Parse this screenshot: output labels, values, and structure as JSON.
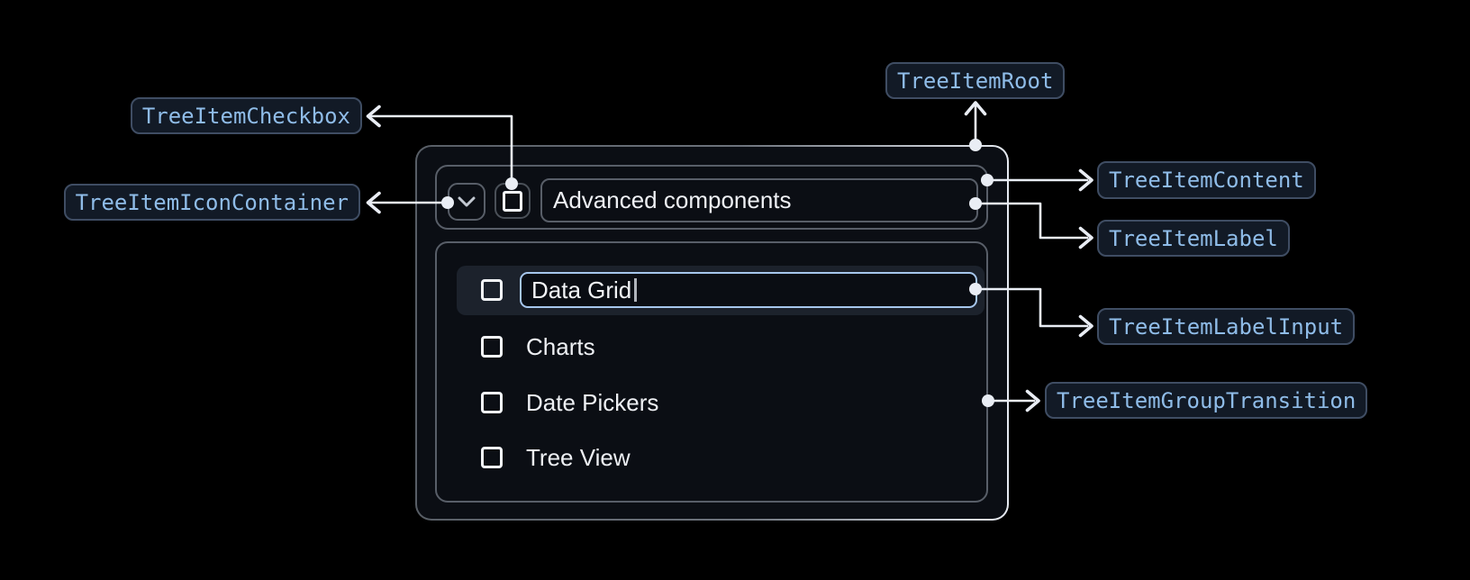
{
  "tree": {
    "parent": {
      "label": "Advanced components",
      "expanded": true,
      "checked": false
    },
    "children": [
      {
        "label": "Data Grid",
        "checked": false,
        "editing": true
      },
      {
        "label": "Charts",
        "checked": false
      },
      {
        "label": "Date Pickers",
        "checked": false
      },
      {
        "label": "Tree View",
        "checked": false
      }
    ]
  },
  "annotations": {
    "checkbox": {
      "label": "TreeItemCheckbox"
    },
    "icon_container": {
      "label": "TreeItemIconContainer"
    },
    "root": {
      "label": "TreeItemRoot"
    },
    "content": {
      "label": "TreeItemContent"
    },
    "item_label": {
      "label": "TreeItemLabel"
    },
    "label_input": {
      "label": "TreeItemLabelInput"
    },
    "group_transition": {
      "label": "TreeItemGroupTransition"
    }
  },
  "icons": {
    "expand": "chevron-down-icon",
    "checkbox_unchecked": "checkbox-unchecked-icon"
  },
  "colors": {
    "page_background": "#000000",
    "surface": "#0b0e14",
    "surface_border": "#585e68",
    "row_highlight": "#1c222c",
    "input_border": "#a6c6ec",
    "badge_background": "#121a26",
    "badge_border": "#3f4d63",
    "badge_text": "#8fbce8",
    "connector": "#e9edf4",
    "text_primary": "#eef0f4"
  }
}
